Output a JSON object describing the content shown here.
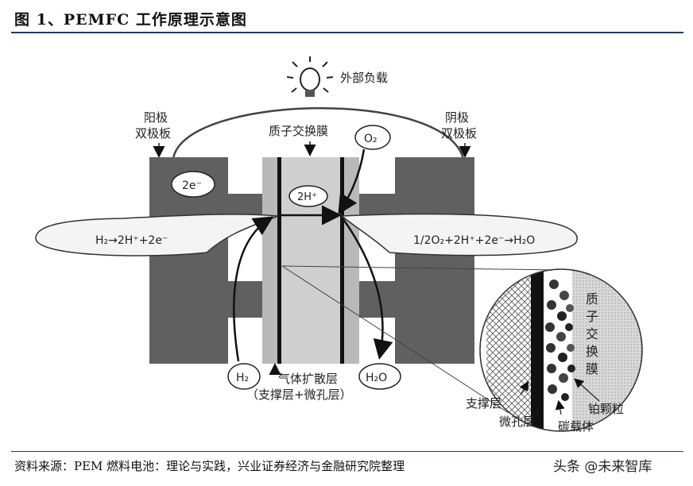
{
  "header": {
    "title": "图 1、PEMFC 工作原理示意图"
  },
  "diagram": {
    "load_label": "外部负载",
    "anode_plate_label_1": "阳极",
    "anode_plate_label_2": "双极板",
    "cathode_plate_label_1": "阴极",
    "cathode_plate_label_2": "双极板",
    "membrane_label": "质子交换膜",
    "o2": "O₂",
    "electron": "2e⁻",
    "proton": "2H⁺",
    "anode_reaction": "H₂→2H⁺+2e⁻",
    "cathode_reaction": "1/2O₂+2H⁺+2e⁻→H₂O",
    "h2": "H₂",
    "h2o": "H₂O",
    "gdl_label_1": "气体扩散层",
    "gdl_label_2": "（支撑层+微孔层）",
    "inset_membrane_chars": [
      "质",
      "子",
      "交",
      "换",
      "膜"
    ],
    "support_layer": "支撑层",
    "microporous_layer": "微孔层",
    "carbon_support": "碳载体",
    "platinum_particle": "铂颗粒"
  },
  "footer": {
    "source": "资料来源：PEM 燃料电池：理论与实践，兴业证券经济与金融研究院整理",
    "watermark": "头条 @未来智库"
  }
}
